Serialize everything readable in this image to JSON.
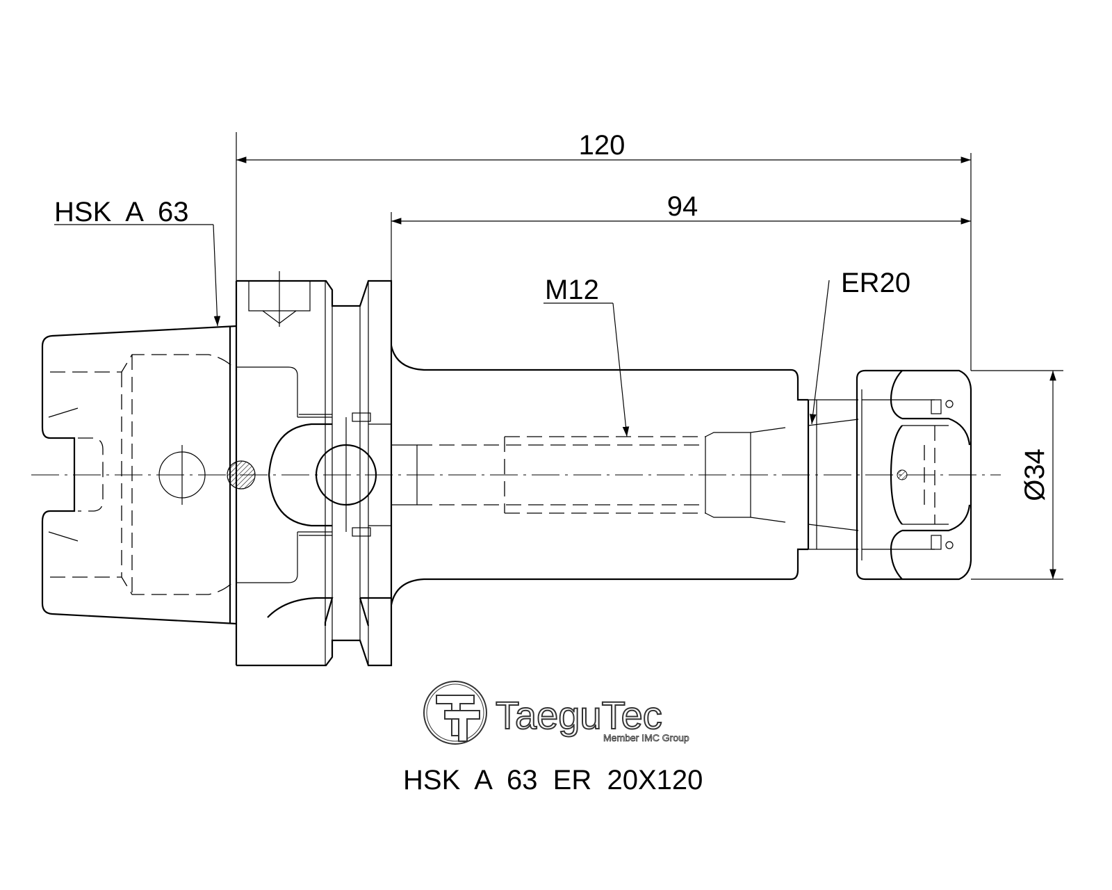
{
  "drawing": {
    "label_hsk": "HSK  A  63",
    "dim_overall_length": "120",
    "dim_gauge_length": "94",
    "label_thread": "M12",
    "label_collet": "ER20",
    "dim_nut_diameter": "Ø34",
    "title": "HSK  A  63  ER  20X120"
  },
  "logo": {
    "name": "TaeguTec",
    "tagline": "Member IMC Group",
    "icon": "taegutec-logo-icon"
  }
}
